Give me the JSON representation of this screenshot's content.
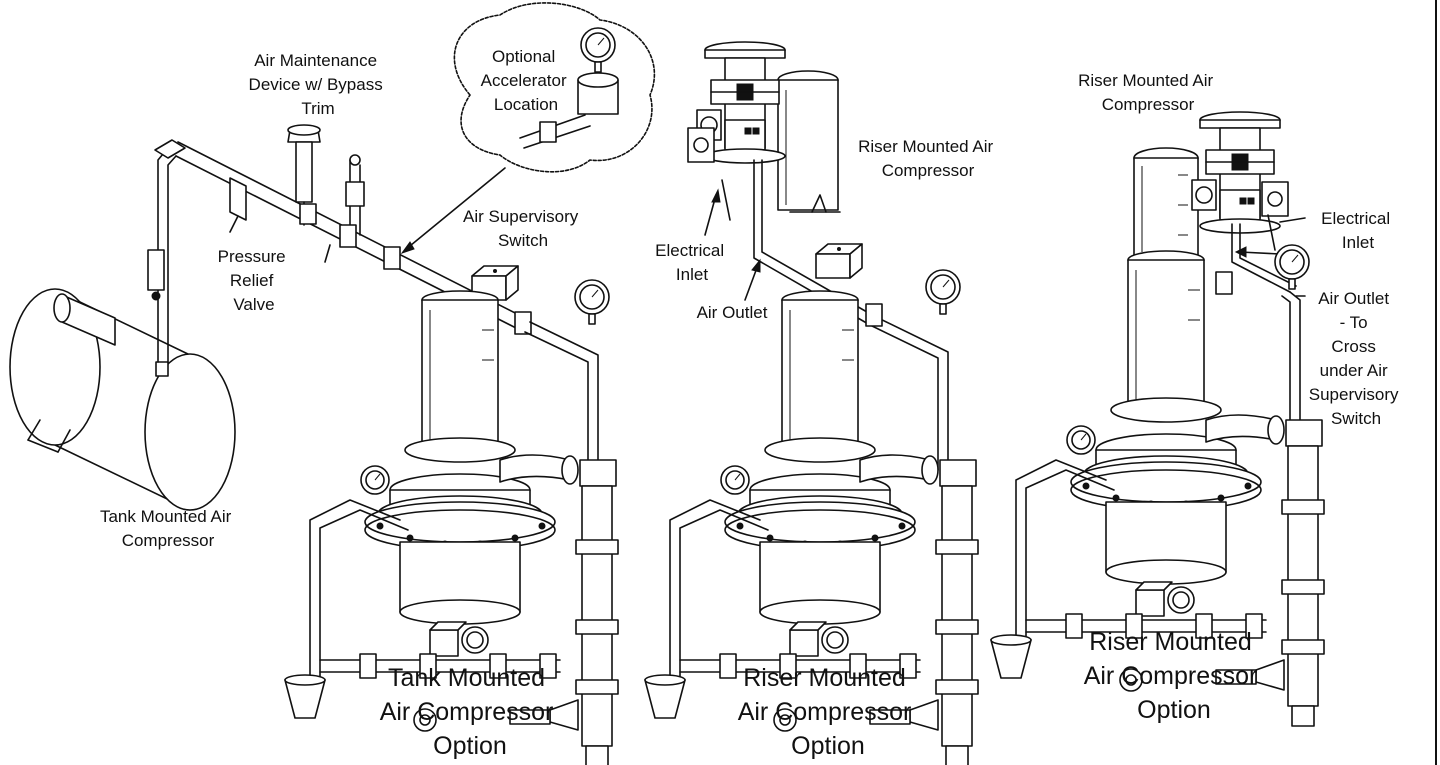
{
  "labels": {
    "air_maintenance": [
      "Air Maintenance",
      "Device w/ Bypass",
      "Trim"
    ],
    "optional_accelerator": [
      "Optional",
      "Accelerator",
      "Location"
    ],
    "pressure_relief": [
      "Pressure",
      "Relief",
      "Valve"
    ],
    "air_supervisory_switch": [
      "Air Supervisory",
      "Switch"
    ],
    "tank_mounted_compressor": [
      "Tank Mounted Air",
      "Compressor"
    ],
    "riser_mounted_compressor_mid": [
      "Riser Mounted Air",
      "Compressor"
    ],
    "electrical_inlet_mid": [
      "Electrical",
      "Inlet"
    ],
    "air_outlet_mid": "Air Outlet",
    "riser_mounted_compressor_right": [
      "Riser Mounted Air",
      "Compressor"
    ],
    "electrical_inlet_right": [
      "Electrical",
      "Inlet"
    ],
    "air_outlet_right": [
      "Air Outlet",
      "- To",
      "Cross",
      "under Air",
      "Supervisory",
      "Switch"
    ]
  },
  "captions": {
    "tank_option": [
      "Tank Mounted",
      "Air Compressor",
      "Option"
    ],
    "riser_option_mid": [
      "Riser Mounted",
      "Air Compressor",
      "Option"
    ],
    "riser_option_right": [
      "Riser Mounted",
      "Air Compressor",
      "Option"
    ]
  },
  "colors": {
    "line": "#111111",
    "background": "#ffffff"
  }
}
